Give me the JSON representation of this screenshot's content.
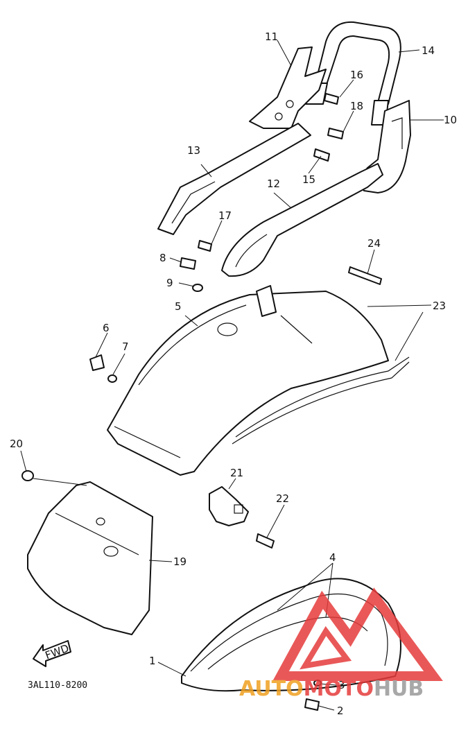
{
  "diagram": {
    "code": "3AL110-8200",
    "fwd_label": "FWD",
    "callouts": [
      "1",
      "2",
      "3",
      "4",
      "5",
      "6",
      "7",
      "8",
      "9",
      "10",
      "11",
      "12",
      "13",
      "14",
      "15",
      "16",
      "17",
      "18",
      "19",
      "20",
      "21",
      "22",
      "23",
      "24"
    ]
  },
  "watermark": {
    "part1": "AUTO",
    "part2": "MOTO",
    "part3": "HUB",
    "color_red": "#e63b3b",
    "color_gray": "#9a9a9a",
    "color_orange": "#f0a020"
  }
}
